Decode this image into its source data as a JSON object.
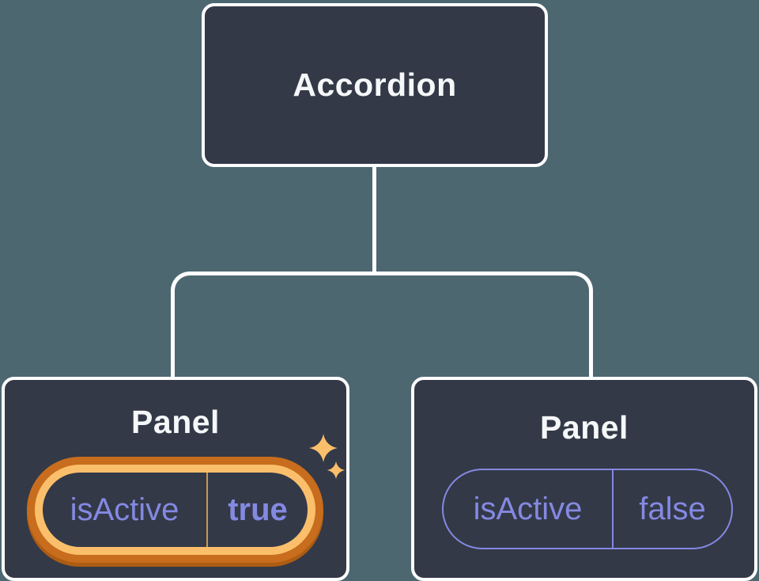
{
  "colors": {
    "bg": "#4d6771",
    "node_fill": "#333947",
    "line": "#ffffff",
    "text": "#f5f7f9",
    "purple": "#8489e2",
    "amber": "#fbbf6b",
    "orange": "#c76d1d",
    "orange_dark": "#ad5c13",
    "tan": "#c9974e"
  },
  "tree": {
    "root": {
      "label": "Accordion"
    },
    "children": [
      {
        "label": "Panel",
        "state": {
          "key": "isActive",
          "value": "true"
        },
        "highlighted": true
      },
      {
        "label": "Panel",
        "state": {
          "key": "isActive",
          "value": "false"
        },
        "highlighted": false
      }
    ]
  },
  "icons": {
    "highlight": "sparkles-icon"
  }
}
